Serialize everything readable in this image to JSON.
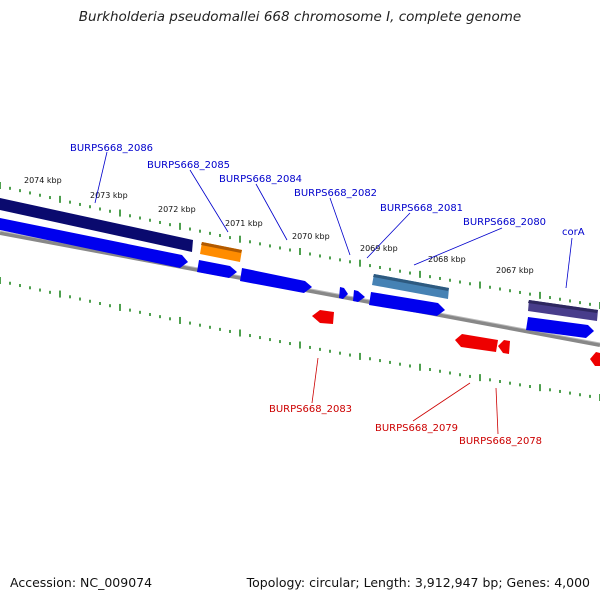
{
  "title": "Burkholderia pseudomallei 668 chromosome I, complete genome",
  "footer": {
    "accession": "Accession: NC_009074",
    "summary": "Topology: circular; Length: 3,912,947 bp; Genes: 4,000"
  },
  "kbp_ticks": [
    "2074 kbp",
    "2073 kbp",
    "2072 kbp",
    "2071 kbp",
    "2070 kbp",
    "2069 kbp",
    "2068 kbp",
    "2067 kbp"
  ],
  "plus_gene_labels": [
    "BURPS668_2086",
    "BURPS668_2085",
    "BURPS668_2084",
    "BURPS668_2082",
    "BURPS668_2081",
    "BURPS668_2080",
    "corA"
  ],
  "minus_gene_labels": [
    "BURPS668_2083",
    "BURPS668_2079",
    "BURPS668_2078"
  ],
  "colors": {
    "plus_strand_gene": "#0000ee",
    "minus_strand_gene": "#ee0000",
    "backbone": "#888888",
    "ticks": "#228822",
    "plus_label": "#0000cc",
    "minus_label": "#cc0000"
  }
}
